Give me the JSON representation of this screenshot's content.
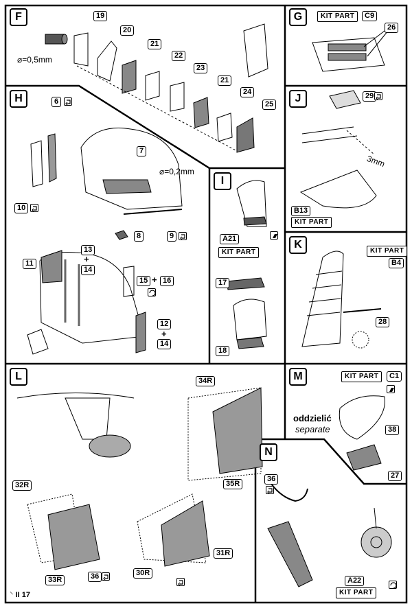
{
  "sections": {
    "F": "F",
    "G": "G",
    "H": "H",
    "I": "I",
    "J": "J",
    "K": "K",
    "L": "L",
    "M": "M",
    "N": "N"
  },
  "section_f": {
    "parts": [
      "19",
      "20",
      "21",
      "22",
      "23",
      "21",
      "24",
      "25"
    ],
    "diameter": "⌀=0,5mm"
  },
  "section_g": {
    "kit_part": "KIT PART",
    "kit_code": "C9",
    "parts": [
      "26"
    ]
  },
  "section_h": {
    "parts": [
      "6",
      "7",
      "8",
      "9",
      "10",
      "11",
      "13",
      "14",
      "15",
      "16",
      "12",
      "14"
    ],
    "diameter": "⌀=0,2mm",
    "plus": "+"
  },
  "section_i": {
    "kit_code": "A21",
    "kit_part": "KIT PART",
    "parts": [
      "17",
      "18"
    ]
  },
  "section_j": {
    "parts": [
      "29"
    ],
    "dimension": "3mm",
    "kit_code": "B13",
    "kit_part": "KIT PART"
  },
  "section_k": {
    "kit_part": "KIT PART",
    "kit_code": "B4",
    "parts": [
      "28"
    ]
  },
  "section_l": {
    "parts": [
      "34R",
      "35R",
      "32R",
      "33R",
      "36",
      "30R",
      "31R"
    ]
  },
  "section_m": {
    "kit_part": "KIT PART",
    "kit_code": "C1",
    "separate_pl": "oddzielić",
    "separate_en": "separate",
    "parts": [
      "38",
      "27"
    ]
  },
  "section_n": {
    "parts": [
      "36"
    ],
    "kit_code": "A22",
    "kit_part": "KIT PART"
  },
  "footer": {
    "page_code": "II 17"
  }
}
